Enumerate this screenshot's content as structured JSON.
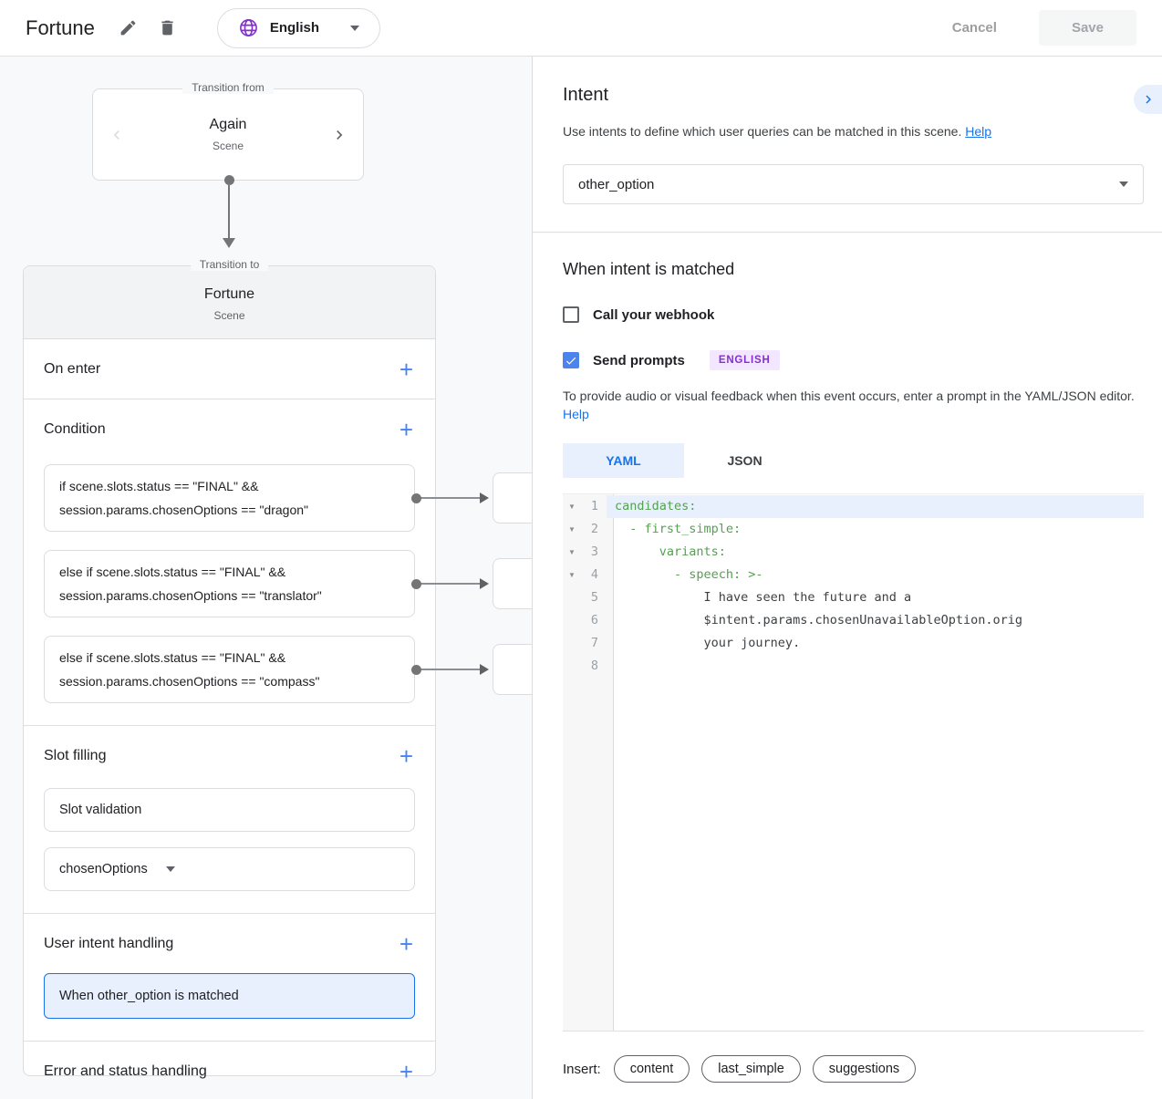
{
  "topbar": {
    "title": "Fortune",
    "language": "English",
    "cancel_label": "Cancel",
    "save_label": "Save"
  },
  "canvas": {
    "transition_from": {
      "legend": "Transition from",
      "name": "Again",
      "type": "Scene"
    },
    "transition_to": {
      "legend": "Transition to",
      "name": "Fortune",
      "type": "Scene"
    },
    "sections": {
      "on_enter": "On enter",
      "condition": "Condition",
      "slot_filling": "Slot filling",
      "user_intent_handling": "User intent handling",
      "error_handling": "Error and status handling"
    },
    "conditions": [
      "if scene.slots.status == \"FINAL\" && session.params.chosenOptions == \"dragon\"",
      "else if scene.slots.status == \"FINAL\" && session.params.chosenOptions == \"translator\"",
      "else if scene.slots.status == \"FINAL\" && session.params.chosenOptions == \"compass\""
    ],
    "slot_validation_label": "Slot validation",
    "slot_name": "chosenOptions",
    "intent_handler": "When other_option is matched"
  },
  "panel": {
    "title": "Intent",
    "description": "Use intents to define which user queries can be matched in this scene.",
    "help_label": "Help",
    "intent_value": "other_option",
    "matched": {
      "title": "When intent is matched",
      "webhook_label": "Call your webhook",
      "send_prompts_label": "Send prompts",
      "language_badge": "ENGLISH",
      "description": "To provide audio or visual feedback when this event occurs, enter a prompt in the YAML/JSON editor.",
      "help_label": "Help"
    },
    "tabs": [
      {
        "label": "YAML",
        "active": true
      },
      {
        "label": "JSON",
        "active": false
      }
    ],
    "editor": {
      "lines": [
        {
          "n": "1",
          "fold": true,
          "active": true,
          "cls": "key",
          "text": "candidates:"
        },
        {
          "n": "2",
          "fold": true,
          "active": false,
          "cls": "key",
          "text": "  - first_simple:"
        },
        {
          "n": "3",
          "fold": true,
          "active": false,
          "cls": "key",
          "text": "      variants:"
        },
        {
          "n": "4",
          "fold": true,
          "active": false,
          "cls": "key",
          "text": "        - speech: >-"
        },
        {
          "n": "5",
          "fold": false,
          "active": false,
          "cls": "plain",
          "text": "            I have seen the future and a"
        },
        {
          "n": "6",
          "fold": false,
          "active": false,
          "cls": "plain",
          "text": "            $intent.params.chosenUnavailableOption.orig"
        },
        {
          "n": "7",
          "fold": false,
          "active": false,
          "cls": "plain",
          "text": "            your journey."
        },
        {
          "n": "8",
          "fold": false,
          "active": false,
          "cls": "plain",
          "text": ""
        }
      ]
    },
    "insert": {
      "label": "Insert:",
      "chips": [
        "content",
        "last_simple",
        "suggestions"
      ]
    }
  },
  "colors": {
    "accent_blue": "#1a73e8",
    "selection_blue_bg": "#e8f0fe",
    "checkbox_blue": "#4c83ec",
    "plus_blue": "#4285f4",
    "badge_purple": "#8430ce",
    "badge_purple_bg": "#f2e7fe",
    "yaml_key_green": "#55a052",
    "canvas_gray": "#f8f9fa"
  }
}
